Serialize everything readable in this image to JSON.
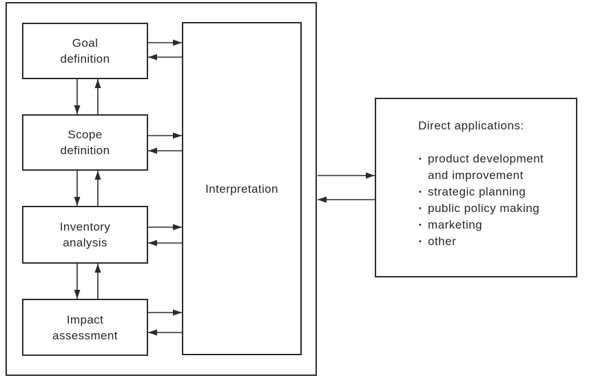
{
  "diagram": {
    "stages": [
      {
        "label": "Goal\ndefinition"
      },
      {
        "label": "Scope\ndefinition"
      },
      {
        "label": "Inventory\nanalysis"
      },
      {
        "label": "Impact\nassessment"
      }
    ],
    "interpretation_label": "Interpretation",
    "applications": {
      "title": "Direct applications:",
      "bullet": "•",
      "items": [
        "product development\nand improvement",
        "strategic planning",
        "public policy making",
        "marketing",
        "other"
      ]
    },
    "colors": {
      "line": "#2b2b2b",
      "text": "#262626",
      "background": "#ffffff"
    }
  }
}
